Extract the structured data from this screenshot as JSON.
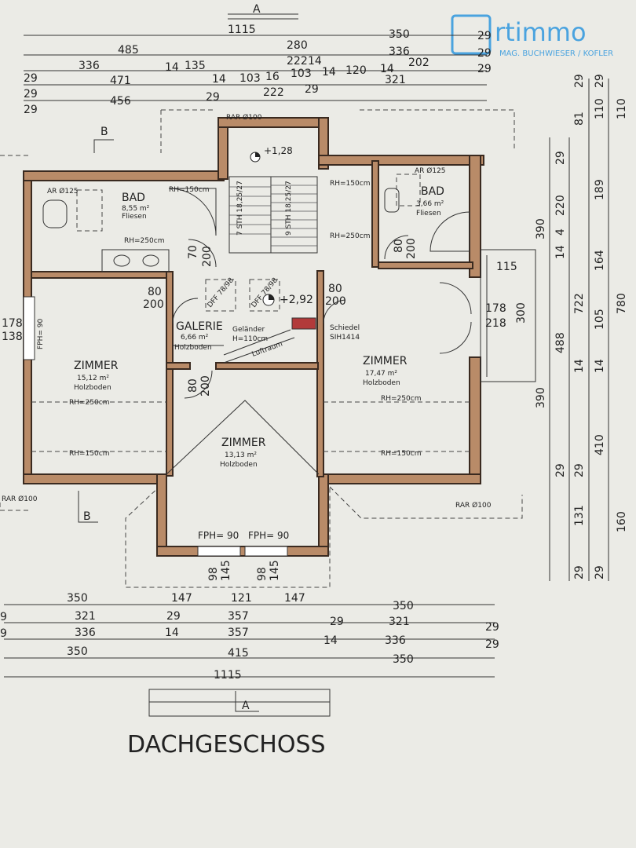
{
  "title": "DACHGESCHOSS",
  "logo": {
    "brand": "rtimmo",
    "subtitle": "MAG. BUCHWIESER / KOFLER",
    "color": "#4aa3df"
  },
  "section_marks": {
    "a": "A",
    "b": "B"
  },
  "top_dims": {
    "total": "1115",
    "r1": [
      "485",
      "280",
      "350"
    ],
    "r2": [
      "336",
      "14",
      "135",
      "222",
      "14",
      "336"
    ],
    "r3": [
      "471",
      "14",
      "103",
      "16",
      "103",
      "14",
      "120",
      "14",
      "202"
    ],
    "r4": [
      "456",
      "29",
      "222",
      "29",
      "321"
    ],
    "side": [
      "29",
      "29",
      "29",
      "29",
      "29",
      "29"
    ]
  },
  "bottom_dims": {
    "r1": [
      "350",
      "147",
      "121",
      "147",
      "350"
    ],
    "r2": [
      "321",
      "29",
      "357",
      "29",
      "321"
    ],
    "r3": [
      "336",
      "14",
      "357",
      "14",
      "336"
    ],
    "r4": [
      "350",
      "415",
      "350"
    ],
    "total": "1115",
    "side": [
      "9",
      "9",
      "29",
      "29"
    ]
  },
  "right_dims": [
    "29",
    "81",
    "110",
    "29",
    "29",
    "110",
    "220",
    "189",
    "390",
    "14",
    "4",
    "164",
    "722",
    "780",
    "488",
    "105",
    "14",
    "14",
    "390",
    "410",
    "29",
    "29",
    "131",
    "160",
    "29",
    "29"
  ],
  "left_dims": {
    "a": "178",
    "b": "138"
  },
  "rooms": {
    "bad1": {
      "name": "BAD",
      "area": "8,55 m²",
      "floor": "Fliesen"
    },
    "bad2": {
      "name": "BAD",
      "area": "3,66 m²",
      "floor": "Fliesen"
    },
    "galerie": {
      "name": "GALERIE",
      "area": "6,66 m²",
      "floor": "Holzboden"
    },
    "zimmer1": {
      "name": "ZIMMER",
      "area": "15,12 m²",
      "floor": "Holzboden"
    },
    "zimmer2": {
      "name": "ZIMMER",
      "area": "17,47 m²",
      "floor": "Holzboden"
    },
    "zimmer3": {
      "name": "ZIMMER",
      "area": "13,13 m²",
      "floor": "Holzboden"
    }
  },
  "notes": {
    "rar100": "RAR Ø100",
    "ar125": "AR Ø125",
    "level1": "+1,28",
    "level2": "+2,92",
    "gelaender": "Geländer",
    "gelaender_h": "H=110cm",
    "luftraum": "Luftraum",
    "schiedel": "Schiedel",
    "sih": "SIH1414",
    "rh150": "RH=150cm",
    "rh250": "RH=250cm",
    "stairs1": "7 STH 18,25/27",
    "stairs2": "9 STH 18,25/27",
    "fph90": "FPH= 90",
    "door_a": "80",
    "door_b": "200",
    "door_c": "70",
    "door_d": "200",
    "win_a": "178",
    "win_b": "218",
    "win_c": "300",
    "win_d": "115",
    "win_e": "98",
    "win_f": "145",
    "dfs": "DFF 78/98"
  }
}
